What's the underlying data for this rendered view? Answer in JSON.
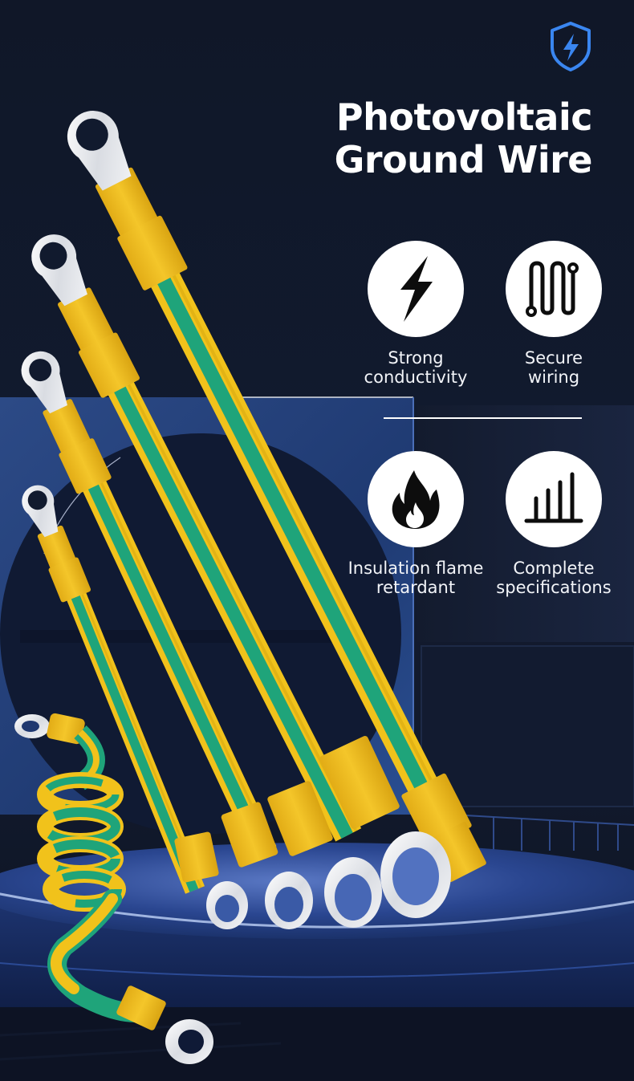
{
  "header": {
    "brand_icon": "shield-lightning-icon",
    "title_line1": "Photovoltaic",
    "title_line2": "Ground Wire"
  },
  "features": [
    {
      "icon": "lightning-bolt-icon",
      "line1": "Strong",
      "line2": "conductivity"
    },
    {
      "icon": "serpentine-wire-icon",
      "line1": "Secure",
      "line2": "wiring"
    },
    {
      "icon": "flame-icon",
      "line1": "Insulation flame",
      "line2": "retardant"
    },
    {
      "icon": "bar-chart-icon",
      "line1": "Complete",
      "line2": "specifications"
    }
  ],
  "product_image": {
    "subject": "yellow-green ground wires with ring terminals",
    "wire_count": 5
  },
  "colors": {
    "background": "#111a2e",
    "accent_blue": "#3a86f0",
    "wire_yellow": "#f1c21b",
    "wire_green": "#1fa47a",
    "terminal_silver": "#e6e8ec",
    "text": "#ffffff"
  }
}
